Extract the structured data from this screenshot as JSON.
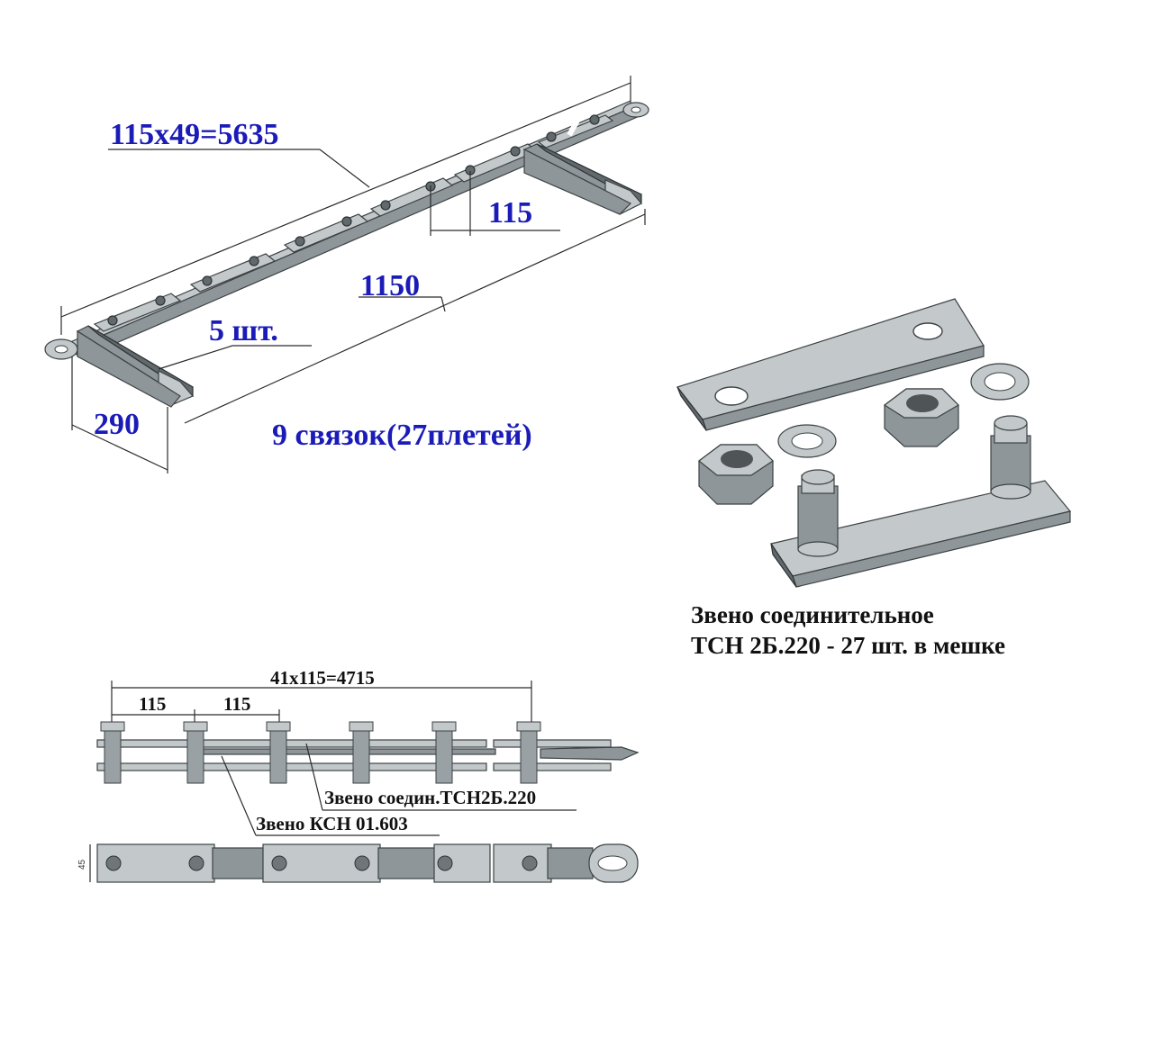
{
  "top_drawing": {
    "dim_total": "115x49=5635",
    "dim_pitch": "115",
    "dim_length": "1150",
    "dim_count": "5 шт.",
    "dim_width": "290",
    "bundle_note": "9 связок(27плетей)"
  },
  "connector": {
    "caption_line1": "Звено соединительное",
    "caption_line2": "ТСН 2Б.220 - 27 шт. в мешке"
  },
  "bottom_drawing": {
    "dim_total": "41x115=4715",
    "dim_pitch_1": "115",
    "dim_pitch_2": "115",
    "callout_connector": "Звено соедин.ТСН2Б.220",
    "callout_link": "Звено КСН 01.603",
    "dim_height": "45"
  },
  "colors": {
    "dimension_text": "#1b1bb8",
    "metal": "#8f9699"
  }
}
